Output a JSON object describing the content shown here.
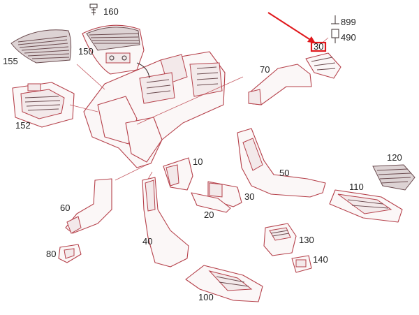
{
  "colors": {
    "part_outline": "#b5404a",
    "callout_arrow": "#e0181c",
    "label_text": "#222222"
  },
  "labels": {
    "p160": "160",
    "p150": "150",
    "p155": "155",
    "p152": "152",
    "p899": "899",
    "p490": "490",
    "p70": "70",
    "p30_callout": "30",
    "p10": "10",
    "p30": "30",
    "p20": "20",
    "p50": "50",
    "p60": "60",
    "p80": "80",
    "p40": "40",
    "p120": "120",
    "p110": "110",
    "p130": "130",
    "p140": "140",
    "p100": "100"
  },
  "icons": {
    "screw": "screw-icon",
    "bracket": "bracket-icon"
  }
}
